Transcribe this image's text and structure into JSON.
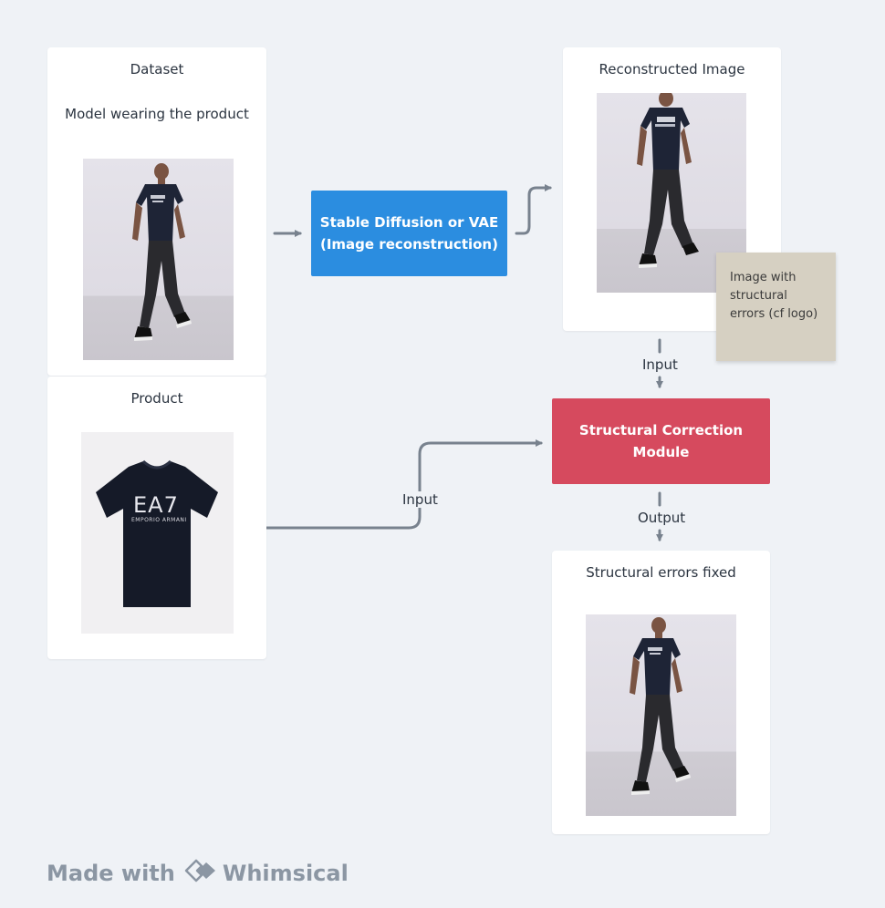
{
  "dataset": {
    "title": "Dataset",
    "model_label": "Model wearing the product",
    "product_label": "Product",
    "shirt_logo": "EA7",
    "shirt_brand": "EMPORIO ARMANI"
  },
  "process_box": {
    "line1": "Stable Diffusion or VAE",
    "line2": "(Image reconstruction)",
    "color": "#2b8de0"
  },
  "reconstructed": {
    "title": "Reconstructed Image",
    "note": "Image with structural errors (cf logo)"
  },
  "correction_box": {
    "line1": "Structural Correction",
    "line2": "Module",
    "color": "#d64a5e"
  },
  "connectors": {
    "input_top": "Input",
    "input_left": "Input",
    "output": "Output"
  },
  "fixed": {
    "title": "Structural errors fixed"
  },
  "footer": {
    "made_with": "Made with",
    "brand": "Whimsical"
  }
}
